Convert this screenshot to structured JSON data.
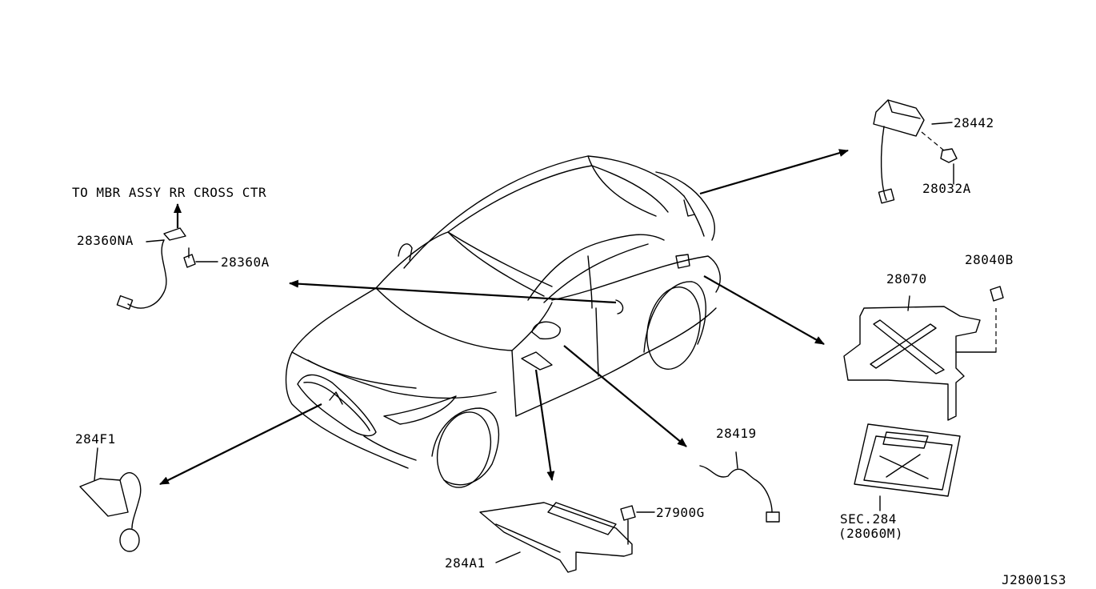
{
  "diagram_id": "J28001S3",
  "note": "TO MBR ASSY RR CROSS CTR",
  "parts": {
    "p28442": "28442",
    "p28032A": "28032A",
    "p28360NA": "28360NA",
    "p28360A": "28360A",
    "p28040B": "28040B",
    "p28070": "28070",
    "p284F1": "284F1",
    "p28419": "28419",
    "p27900G": "27900G",
    "p284A1": "284A1",
    "sec284": "SEC.284",
    "p28060M": "(28060M)"
  },
  "colors": {
    "line": "#000000",
    "background": "#ffffff"
  }
}
